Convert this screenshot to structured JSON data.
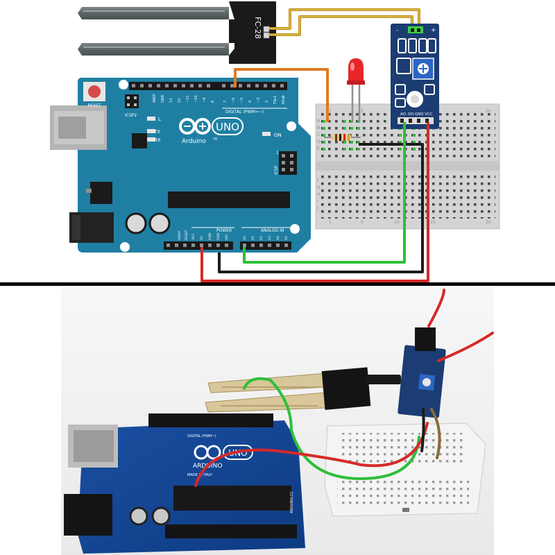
{
  "sensor_probe": {
    "label": "FC-28"
  },
  "arduino": {
    "reset_label": "RESET",
    "icsp2_label": "ICSP2",
    "icsp_label": "ICSP",
    "l_label": "L",
    "tx_label": "TX",
    "rx_label": "RX",
    "on_label": "ON",
    "uno_label": "UNO",
    "brand_label": "Arduino",
    "tm_label": "TM",
    "digital_label": "DIGITAL (PWM=~)",
    "digital_pins": [
      "AREF",
      "GND",
      "13",
      "12",
      "~11",
      "~10",
      "~9",
      "8",
      "7",
      "~6",
      "~5",
      "4",
      "~3",
      "2",
      "TX▸1",
      "RX◂0"
    ],
    "power_label": "POWER",
    "power_pins": [
      "IOREF",
      "RESET",
      "3V3",
      "5V",
      "GND",
      "GND",
      "VIN"
    ],
    "analog_label": "ANALOG IN",
    "analog_pins": [
      "A0",
      "A1",
      "A2",
      "A3",
      "A4",
      "A5"
    ],
    "icsp_number": "1"
  },
  "module": {
    "pin_labels": [
      "AO",
      "DO",
      "GND",
      "VCC"
    ],
    "input_minus": "-",
    "input_plus": "+"
  },
  "breadboard": {
    "row_letters_top": [
      "A",
      "B",
      "C",
      "D",
      "E"
    ],
    "row_letters_bottom": [
      "F",
      "G",
      "H",
      "I",
      "J"
    ],
    "col_numbers": [
      "1",
      "5",
      "10",
      "15",
      "20"
    ]
  },
  "colors": {
    "arduino_board": "#1f7fa3",
    "wire_red": "#d62a2a",
    "wire_black": "#1b1b1b",
    "wire_green": "#2fbf3a",
    "wire_orange": "#e07a24",
    "wire_gold": "#b8901c",
    "led_red": "#e8262a",
    "module_board": "#1c3d73",
    "divider": "#000000"
  },
  "photo": {
    "board_print_uno": "UNO",
    "board_print_arduino": "ARDUINO",
    "board_print_italy": "MADE IN ITALY",
    "board_print_digital": "DIGITAL (PWM~)",
    "board_print_site": "ARDUINO.CC"
  }
}
